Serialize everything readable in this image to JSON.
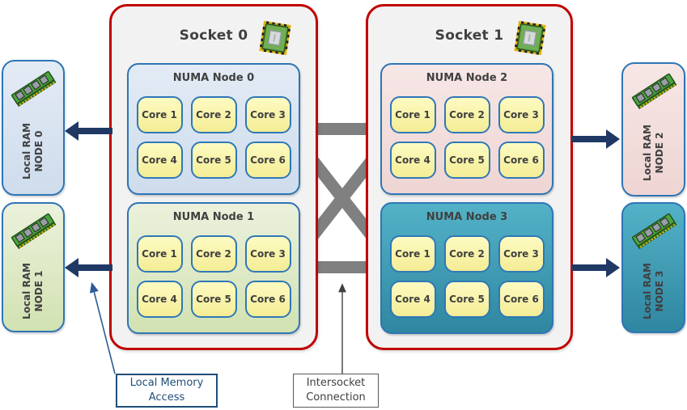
{
  "diagram": {
    "sockets": [
      {
        "label": "Socket 0",
        "icon": "cpu-chip-icon",
        "numa_nodes": [
          {
            "label": "NUMA Node 0",
            "theme": "blue",
            "cores": [
              "Core 1",
              "Core 2",
              "Core 3",
              "Core 4",
              "Core 5",
              "Core 6"
            ]
          },
          {
            "label": "NUMA Node 1",
            "theme": "green",
            "cores": [
              "Core 1",
              "Core 2",
              "Core 3",
              "Core 4",
              "Core 5",
              "Core 6"
            ]
          }
        ]
      },
      {
        "label": "Socket 1",
        "icon": "cpu-chip-icon",
        "numa_nodes": [
          {
            "label": "NUMA Node 2",
            "theme": "pink",
            "cores": [
              "Core 1",
              "Core 2",
              "Core 3",
              "Core 4",
              "Core 5",
              "Core 6"
            ]
          },
          {
            "label": "NUMA Node 3",
            "theme": "teal",
            "cores": [
              "Core 1",
              "Core 2",
              "Core 3",
              "Core 4",
              "Core 5",
              "Core 6"
            ]
          }
        ]
      }
    ],
    "ram_modules": [
      {
        "icon": "ram-stick-icon",
        "label_line1": "Local RAM",
        "label_line2": "NODE 0",
        "theme": "blue",
        "side": "left"
      },
      {
        "icon": "ram-stick-icon",
        "label_line1": "Local RAM",
        "label_line2": "NODE 1",
        "theme": "green",
        "side": "left"
      },
      {
        "icon": "ram-stick-icon",
        "label_line1": "Local RAM",
        "label_line2": "NODE 2",
        "theme": "pink",
        "side": "right"
      },
      {
        "icon": "ram-stick-icon",
        "label_line1": "Local RAM",
        "label_line2": "NODE 3",
        "theme": "teal",
        "side": "right"
      }
    ],
    "annotations": {
      "local_memory_access": "Local Memory Access",
      "intersocket_connection": "Intersocket Connection"
    },
    "colors": {
      "socket_border": "#c00000",
      "socket_bg": "#f2f2f2",
      "node_border": "#2e75b6",
      "node_blue": "#dce6f1",
      "node_green": "#d9e5bb",
      "node_pink": "#f2dcdb",
      "node_teal": "#3b97ae",
      "core_fill": "#f7f0a0",
      "memory_arrow": "#1f3864",
      "connector_gray": "#808080",
      "title_text": "#404040",
      "annotation_blue": "#1f4e79"
    }
  }
}
